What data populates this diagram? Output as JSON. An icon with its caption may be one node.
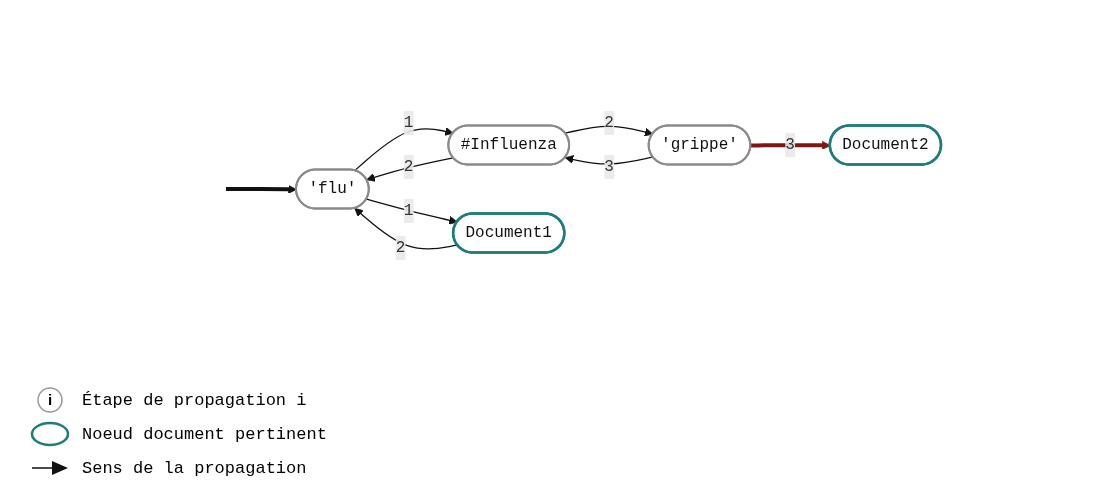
{
  "diagram": {
    "nodes": [
      {
        "text": [
          "'flu'"
        ]
      },
      {
        "text": [
          "#Influenza"
        ]
      },
      {
        "text": [
          "'grippe'"
        ]
      },
      {
        "text": [
          "Document1"
        ]
      },
      {
        "text": [
          "Document2"
        ]
      }
    ],
    "edges": [
      {
        "from": null,
        "to": 0,
        "arrow": "to",
        "style": "thick"
      },
      {
        "from": 0,
        "to": 1,
        "arrow": "to",
        "label": "1"
      },
      {
        "from": 1,
        "to": 0,
        "arrow": "to",
        "label": "2"
      },
      {
        "from": 1,
        "to": 2,
        "arrow": "to",
        "label": "2"
      },
      {
        "from": 2,
        "to": 1,
        "arrow": "to",
        "label": "3"
      },
      {
        "from": 3,
        "to": 0,
        "arrow": "to",
        "label": "2"
      },
      {
        "from": 0,
        "to": 3,
        "arrow": "to",
        "label": "1"
      },
      {
        "from": 2,
        "to": 4,
        "arrow": "to",
        "label": "3",
        "style": "thick",
        "color": "#7a1a12"
      }
    ],
    "labels": [
      "i"
    ],
    "legend": [
      {
        "text": "Étape de propagation i"
      },
      {
        "text": "Noeud document pertinent"
      },
      {
        "text": "Sens de la propagation"
      }
    ]
  }
}
